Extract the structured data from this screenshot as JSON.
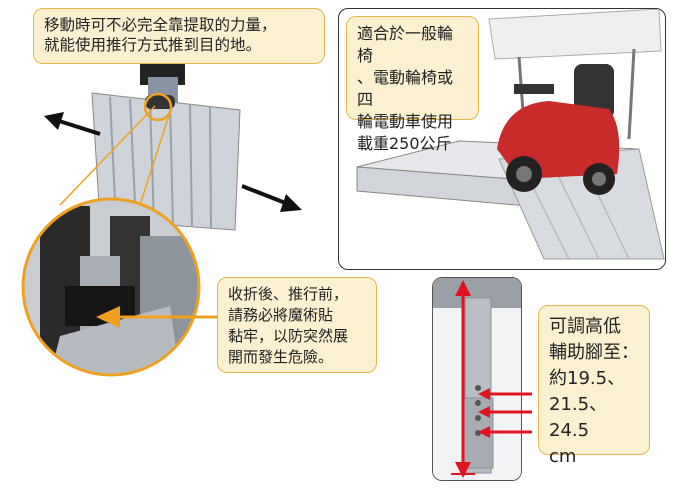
{
  "notes": {
    "move_tip": "移動時可不必完全靠提取的力量，\n就能使用推行方式推到目的地。",
    "suitable_tip": "適合於一般輪椅\n、電動輪椅或四\n輪電動車使用\n載重250公斤",
    "velcro_tip": "收折後、推行前，\n請務必將魔術貼\n黏牢，以防突然展\n開而發生危險。",
    "height_tip": "可調高低\n輔助腳至：\n約19.5、\n21.5、24.5\ncm"
  },
  "colors": {
    "note_fill": "#fbf0d0",
    "note_border": "#e3b74a",
    "arrow_red": "#e0141e",
    "arrow_orange": "#f0a020"
  }
}
